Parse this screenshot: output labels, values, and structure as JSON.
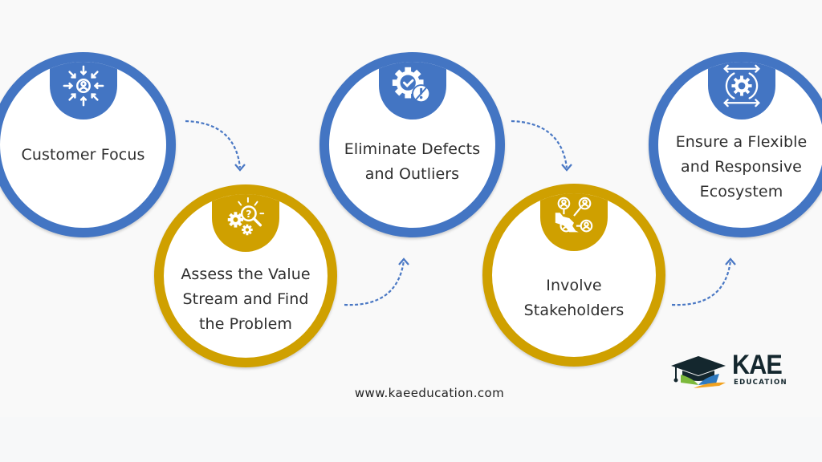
{
  "colors": {
    "background": "#f9f9f9",
    "blue": "#4375c3",
    "gold": "#cfa000",
    "text": "#2e2e2e",
    "arrow": "#4a78c4",
    "logo_dark": "#14272e",
    "logo_green": "#7cb93c",
    "logo_blue": "#2f7ac0",
    "logo_orange": "#f2a21f"
  },
  "steps": [
    {
      "order": 1,
      "label": "Customer Focus",
      "color": "blue",
      "icon": "customer-focus-icon"
    },
    {
      "order": 2,
      "label": "Assess the Value Stream and Find the Problem",
      "color": "gold",
      "icon": "gears-magnifier-question-icon"
    },
    {
      "order": 3,
      "label": "Eliminate Defects and Outliers",
      "color": "blue",
      "icon": "gear-check-warning-icon"
    },
    {
      "order": 4,
      "label": "Involve Stakeholders",
      "color": "gold",
      "icon": "stakeholder-network-icon"
    },
    {
      "order": 5,
      "label": "Ensure a Flexible and Responsive Ecosystem",
      "color": "blue",
      "icon": "flexible-gear-cycle-icon"
    }
  ],
  "step_lines": {
    "s1": [
      "Customer Focus"
    ],
    "s2": [
      "Assess the Value",
      "Stream and Find",
      "the Problem"
    ],
    "s3": [
      "Eliminate Defects",
      "and Outliers"
    ],
    "s4": [
      "Involve",
      "Stakeholders"
    ],
    "s5": [
      "Ensure a Flexible",
      "and Responsive",
      "Ecosystem"
    ]
  },
  "footer": {
    "url": "www.kaeeducation.com"
  },
  "logo": {
    "name": "KAE",
    "subtitle": "EDUCATION"
  }
}
